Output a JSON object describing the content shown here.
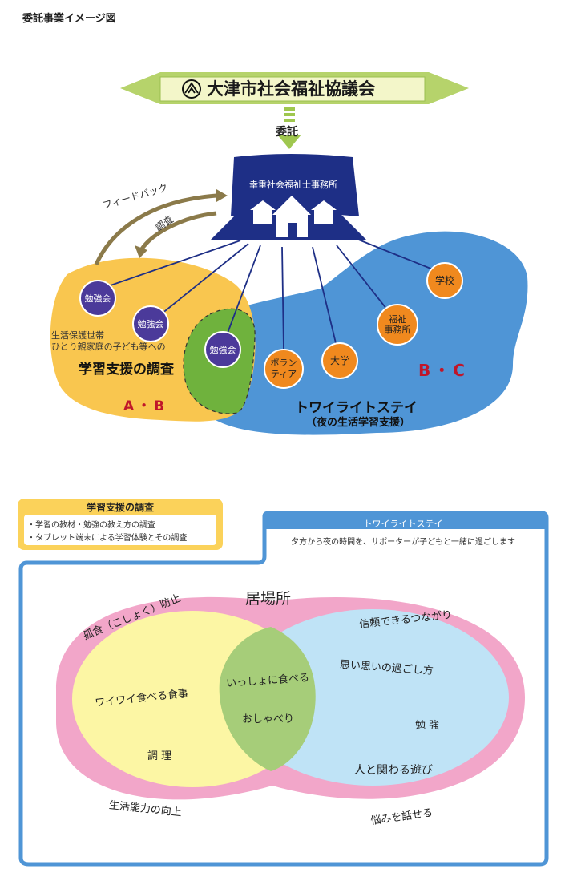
{
  "page_title": "委託事業イメージ図",
  "top": {
    "council": "大津市社会福祉協議会",
    "delegation": "委託",
    "office": "幸重社会福祉士事務所",
    "feedback": "フィードバック",
    "survey": "調査"
  },
  "nodes": {
    "study_group_1": "勉強会",
    "study_group_2": "勉強会",
    "study_group_3": "勉強会",
    "school": "学校",
    "welfare_office_1": "福祉",
    "welfare_office_2": "事務所",
    "university": "大学",
    "volunteer_1": "ボラン",
    "volunteer_2": "ティア"
  },
  "left_area": {
    "line1": "生活保護世帯",
    "line2": "ひとり親家庭の子ども等への",
    "title": "学習支援の調査",
    "tag": "A・B"
  },
  "right_area": {
    "tag": "B・C",
    "title": "トワイライトステイ",
    "subtitle": "（夜の生活学習支援）"
  },
  "study_box": {
    "title": "学習支援の調査",
    "items": [
      "・学習の教材・勉強の教え方の調査",
      "・タブレット端末による学習体験とその調査"
    ]
  },
  "twilight_box": {
    "title": "トワイライトステイ",
    "description": "夕方から夜の時間を、サポーターが子どもと一緒に過ごします"
  },
  "venn": {
    "outer_title": "居場所",
    "trust": "信頼できるつながり",
    "koshoku": "孤食（こしょく）防止",
    "life_skills": "生活能力の向上",
    "worries": "悩みを話せる",
    "left_1": "ワイワイ食べる食事",
    "left_2": "調 理",
    "center_1": "いっしょに食べる",
    "center_2": "おしゃべり",
    "right_1": "思い思いの過ごし方",
    "right_2": "勉 強",
    "right_3": "人と関わる遊び"
  },
  "colors": {
    "banner_green": "#b6d36b",
    "banner_cream": "#f3f6c9",
    "office_navy": "#1e2f86",
    "left_yellow": "#f9c64f",
    "right_blue": "#4f95d6",
    "overlap_green": "#6fb23d",
    "node_purple": "#4b3a9a",
    "node_orange": "#f0891e",
    "accent_red": "#c0162a",
    "venn_pink": "#f2a6c9",
    "venn_yellow": "#fcf6a4",
    "venn_lightblue": "#bfe3f6",
    "venn_green": "#a6cd79"
  }
}
